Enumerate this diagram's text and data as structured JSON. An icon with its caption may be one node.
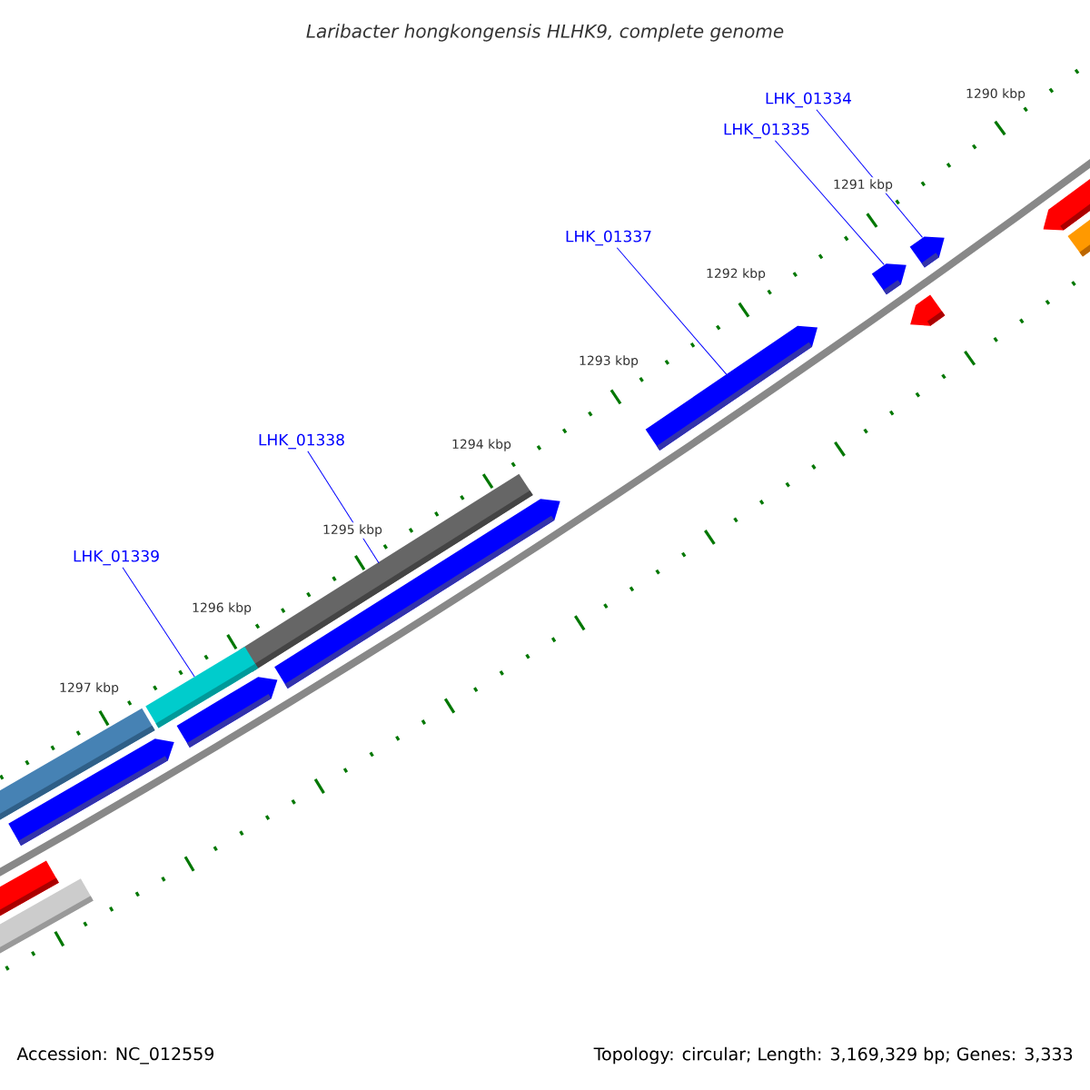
{
  "diagram": {
    "title": "Laribacter hongkongensis HLHK9, complete genome",
    "nodes": [
      {
        "text": [
          "LHK_01334"
        ]
      },
      {
        "text": [
          "LHK_01335"
        ]
      },
      {
        "text": [
          "LHK_01337"
        ]
      },
      {
        "text": [
          "LHK_01338"
        ]
      },
      {
        "text": [
          "LHK_01339"
        ]
      },
      {
        "text": [],
        "shape": "arrow"
      },
      {
        "text": [],
        "shape": "arrow"
      },
      {
        "text": [],
        "shape": "arrow"
      },
      {
        "text": [],
        "shape": "bar"
      },
      {
        "text": [],
        "shape": "bar"
      }
    ],
    "edges": [
      {
        "from": 0,
        "to": 5,
        "arrow": "none"
      },
      {
        "from": 1,
        "to": 6,
        "arrow": "none"
      },
      {
        "from": 2,
        "to": 7,
        "arrow": "none"
      },
      {
        "from": 3,
        "to": 8,
        "arrow": "none"
      },
      {
        "from": 4,
        "to": 9,
        "arrow": "none"
      }
    ],
    "labels": [
      "1290 kbp",
      "1291 kbp",
      "1292 kbp",
      "1293 kbp",
      "1294 kbp",
      "1295 kbp",
      "1296 kbp",
      "1297 kbp",
      "Accession: NC_012559",
      "Topology: circular; Length: 3,169,329 bp; Genes: 3,333"
    ]
  }
}
